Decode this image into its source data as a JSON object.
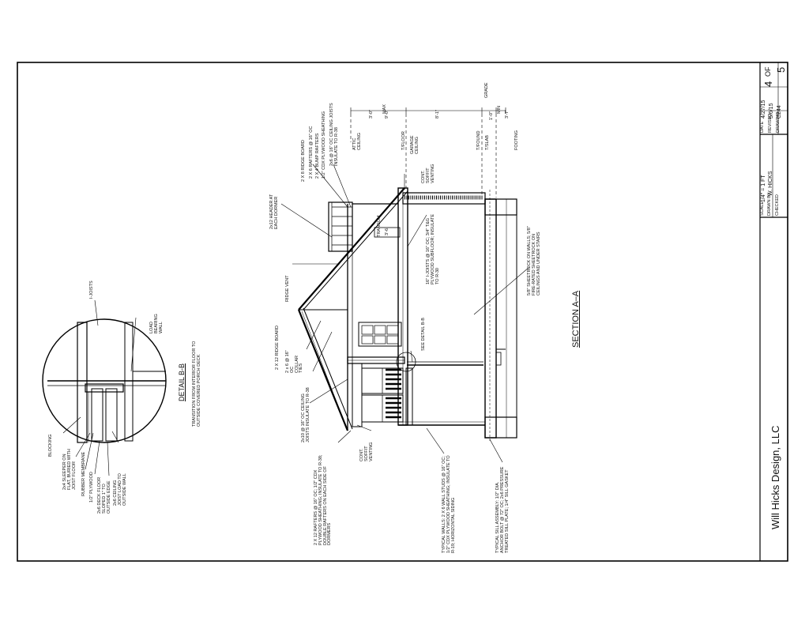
{
  "firm": "Will Hicks Design, LLC",
  "title_block": {
    "sheet_number": "4",
    "sheet_of": "OF",
    "sheet_total": "5",
    "date": "4/27/15",
    "revised": "5/6/15",
    "drawing_no": "C244",
    "scale": "1/4\" = 1 FT",
    "drawn_by": "W. HICKS",
    "date_label": "DATE",
    "revised_label": "REVISED",
    "drawing_label": "DRAWING",
    "scale_label": "SCALE",
    "drawn_label": "DRAWN BY",
    "checked_label": "CHECKED"
  },
  "section": {
    "title": "SECTION A–A",
    "elevations": [
      {
        "label": "ATTIC CEILING",
        "dim": "3'-0\""
      },
      {
        "label": "T/FLOOR",
        "dim": "8'-1\""
      },
      {
        "label": "GARAGE CEILING",
        "dim": "9'-0\""
      },
      {
        "label": "T/SLAB",
        "dim": "1'-0\""
      },
      {
        "label": "T/FOUND",
        "dim": ""
      },
      {
        "label": "FOOTING",
        "dim": "3'-7\""
      }
    ],
    "grade_label": "GRADE",
    "max_label": "MAX",
    "min_label": "MIN",
    "transom": "TRANSOM",
    "transom_size": "3'-6",
    "detail_ref": "SEE DETAIL B-B",
    "notes": [
      "2x12 HEADER AT EACH DORMER",
      "2 X 8 RIDGE BOARD",
      "2 X 6 RAFTERS @ 16\" OC",
      "2 X 4 BUMP RAFTERS",
      "1/2\" CDX PLYWOOD SHEATHING",
      "2x6 @ 16\" OC CEILING JOISTS INSULATE TO R-38",
      "CONT. SOFFIT VENTING",
      "RIDGE VENT",
      "2 X 12 RIDGE BOARD",
      "2 x 6 @ 16\" OC COLLAR TIES",
      "2x10 @ 16\" OC CEILING JOISTS INSULATE TO R-38",
      "2 X 12 RAFTERS @ 16\" OC; 1/2\" CDX PLYWOOD SHEATHING; INSULATE TO R-38; DOUBLE RAFTERS ON EACH SIDE OF DORMERS",
      "CONT. SOFFIT VENTING",
      "16\" I-JOISTS @ 16\" OC; 3/4\" T&G PLYWOOD SUBFLOOR; INSULATE TO R-30",
      "5/8\" SHEETROCK ON WALLS; 5/8\" FIRE-RATED SHEETROCK ON CEILINGS AND UNDER STAIRS",
      "TYPICAL WALLS: 2 X 6 WALL STUDS @ 16\" OC; 1/2\" CDX PLYWOOD SHEATHING; INSULATE TO R-19; HORIZONTAL SIDING",
      "TYPICAL SILL ASSEMBLY: 1/2\" DIA. ANCHOR BOLT @ 72\" OC; 2x6 PRESSURE TREATED SILL PLATE; 1/4\" SILL GASKET"
    ]
  },
  "detail": {
    "title": "DETAIL B-B",
    "subtitle": "TRANSITION FROM INTERIOR FLOOR TO OUTSIDE COVERED PORCH DECK",
    "notes": [
      "I-JOISTS",
      "LOAD BEARING WALL",
      "BLOCKING",
      "2x4 SLEEPER ON FLAT, BURIED WITH JOIST FLOOR",
      "RUBBER MEMBRANE",
      "1/2\" PLYWOOD",
      "2x6 DECK FLOOR SLOPED 1\" TO OUTSIDE EDGE",
      "2x6 CEILING JOIST LOAD TO OUTSIDE WALL"
    ]
  }
}
